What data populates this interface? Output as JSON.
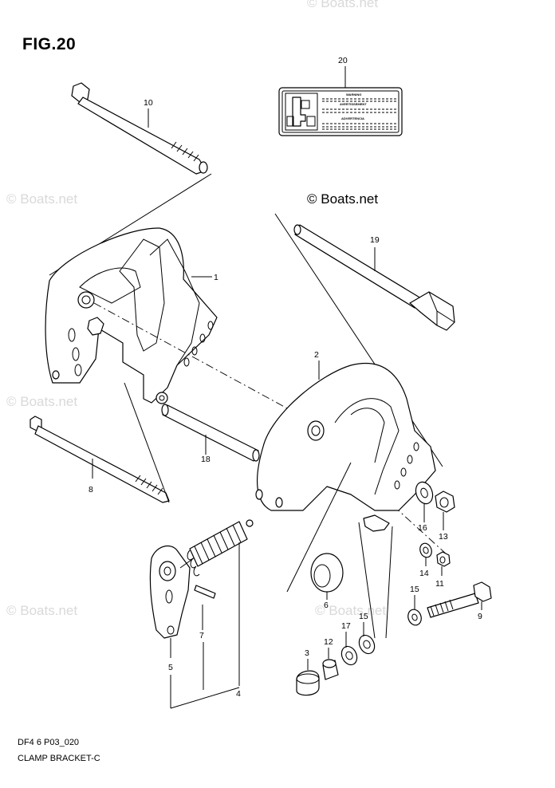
{
  "figure": {
    "title": "FIG.20",
    "code": "DF4 6 P03_020",
    "caption": "CLAMP BRACKET-C",
    "copyright": "© Boats.net",
    "watermark": "© Boats.net"
  },
  "label_20": {
    "warning": "WARNING",
    "avertissement": "AVERTISSEMENT",
    "advertencia": "ADVERTENCIA"
  },
  "callouts": {
    "p1": "1",
    "p2": "2",
    "p3": "3",
    "p4": "4",
    "p5": "5",
    "p6": "6",
    "p7": "7",
    "p8": "8",
    "p9": "9",
    "p10": "10",
    "p11": "11",
    "p12": "12",
    "p13": "13",
    "p14": "14",
    "p15a": "15",
    "p15b": "15",
    "p16": "16",
    "p17": "17",
    "p18": "18",
    "p19": "19",
    "p20": "20"
  }
}
